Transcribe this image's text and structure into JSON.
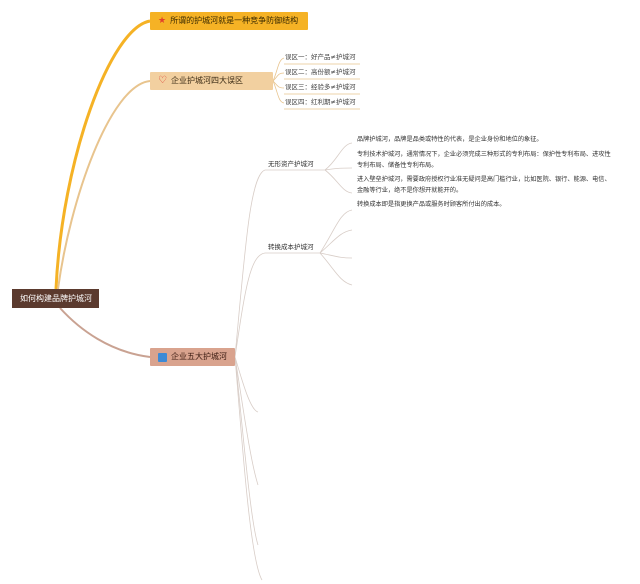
{
  "root": {
    "label": "如何构建品牌护城河"
  },
  "main_topics": [
    {
      "label": "所谓的护城河就是一种竞争防御结构",
      "icon": "star-icon"
    },
    {
      "label": "企业护城河四大误区",
      "icon": "heart-icon"
    },
    {
      "label": "企业五大护城河",
      "icon": "flag-icon"
    }
  ],
  "misconceptions": [
    "误区一：好产品≠护城河",
    "误区二：高份额≠护城河",
    "误区三：经验多≠护城河",
    "误区四：红利期≠护城河"
  ],
  "moats": [
    {
      "label": "无形资产护城河",
      "details": [
        "品牌护城河，品牌是品类或特性的代表，是企业身份和地位的象征。",
        "专利技术护城河，通常情况下，企业必须完成三种形式的专利布局：保护性专利布局、进攻性专利布局、储备性专利布局。",
        "进入壁垒护城河，需要政府授权行业准无疑问是高门槛行业，比如医院、银行、能源、电信、金融等行业，绝不是你想开就能开的。"
      ]
    },
    {
      "label": "转换成本护城河",
      "details": [
        "转换成本即是指更换产品或服务时顾客所付出的成本。"
      ]
    }
  ],
  "colors": {
    "root_bg": "#5b3a2e",
    "branch_1": "#f5b225",
    "branch_2": "#e8c48e",
    "branch_3": "#c9a292",
    "thin_line": "#d8cdc7"
  }
}
